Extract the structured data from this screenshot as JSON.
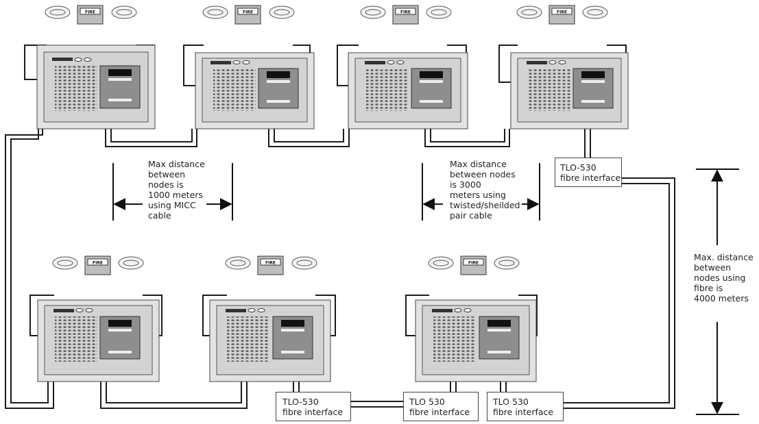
{
  "panel_sign": "FIRE",
  "notes": {
    "micc": "Max distance\nbetween\nnodes is\n1000 meters\nusing MICC\ncable",
    "twisted": "Max distance\nbetween nodes\nis 3000\nmeters using\ntwisted/sheilded\npair cable",
    "fibre": "Max. distance\nbetween\nnodes using\nfibre is\n4000 meters"
  },
  "interfaces": [
    {
      "label": "TLO-530\nfibre interface"
    },
    {
      "label": "TLO-530\nfibre interface"
    },
    {
      "label": "TLO 530\nfibre interface"
    },
    {
      "label": "TLO 530\nfibre interface"
    }
  ],
  "colors": {
    "line": "#1a1a1a",
    "panel_outer": "#dcdcdc",
    "panel_inner": "#cfcfcf",
    "display": "#8e8e8e"
  }
}
